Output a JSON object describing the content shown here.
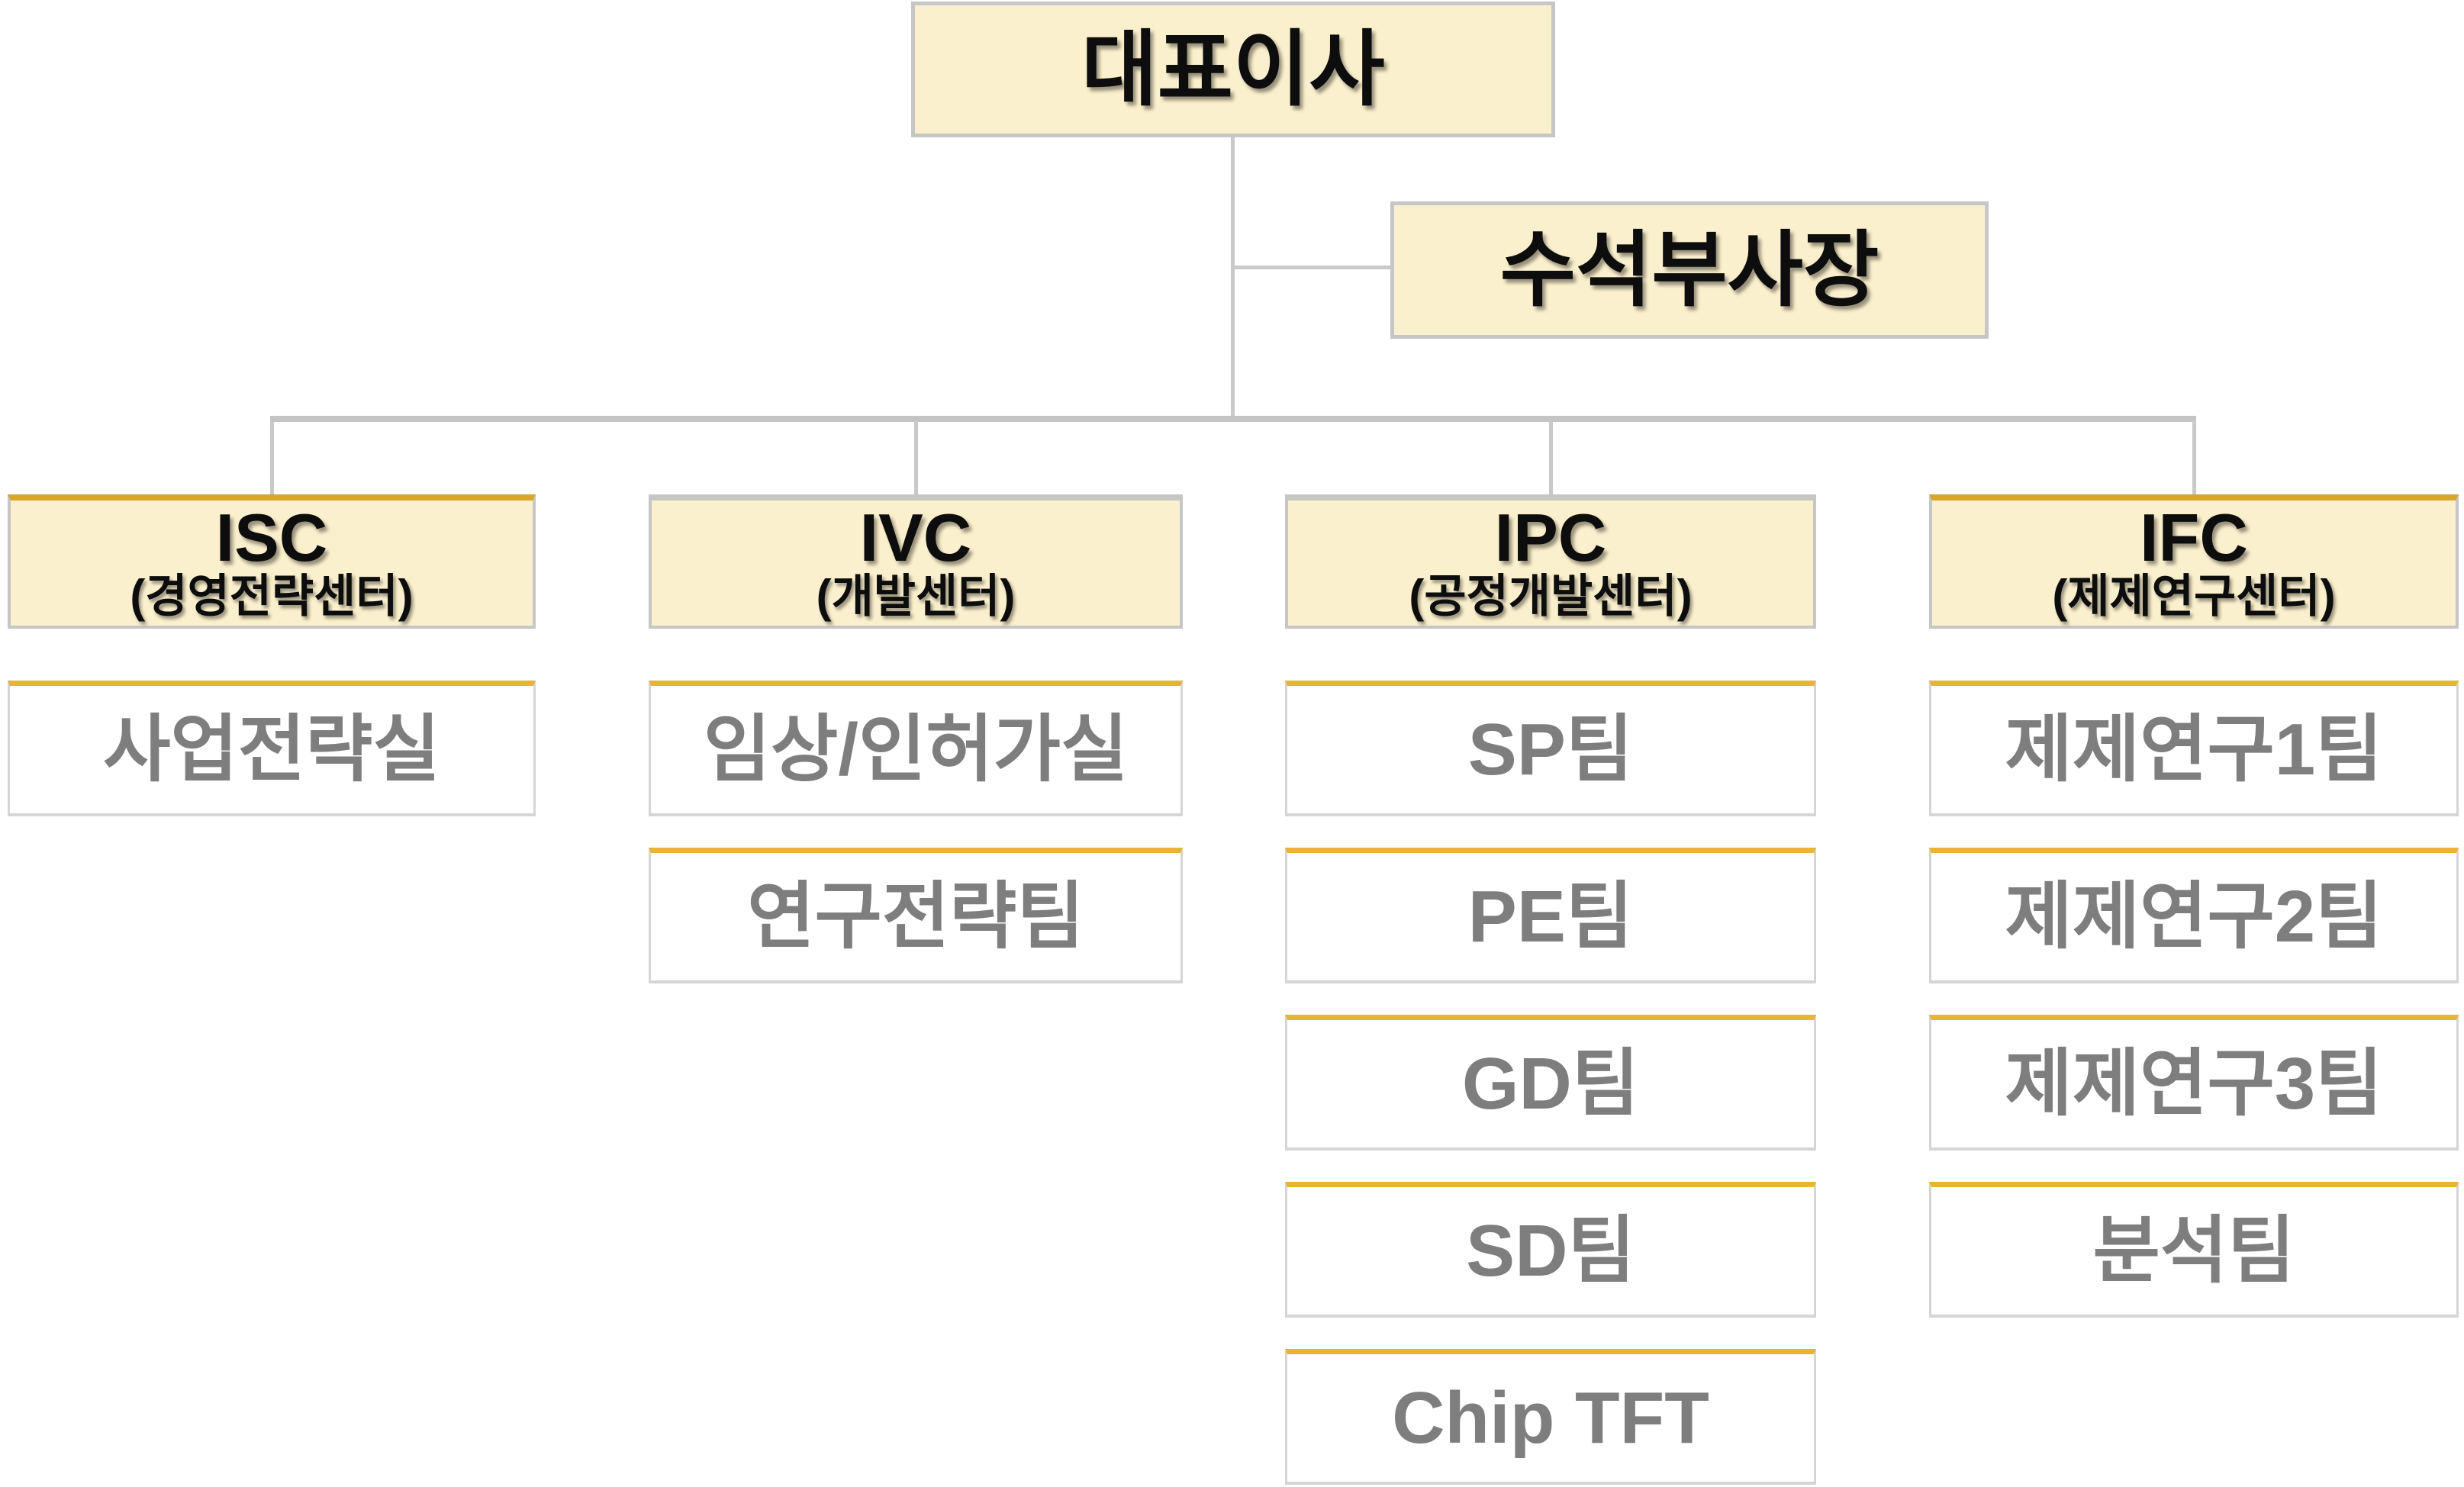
{
  "org_chart": {
    "root": {
      "label": "대표이사"
    },
    "deputy": {
      "label": "수석부사장"
    },
    "divisions": [
      {
        "code": "ISC",
        "name": "(경영전략센터)",
        "teams": [
          "사업전략실"
        ]
      },
      {
        "code": "IVC",
        "name": "(개발센터)",
        "teams": [
          "임상/인허가실",
          "연구전략팀"
        ]
      },
      {
        "code": "IPC",
        "name": "(공정개발센터)",
        "teams": [
          "SP팀",
          "PE팀",
          "GD팀",
          "SD팀",
          "Chip TFT"
        ]
      },
      {
        "code": "IFC",
        "name": "(제제연구센터)",
        "teams": [
          "제제연구1팀",
          "제제연구2팀",
          "제제연구3팀",
          "분석팀"
        ]
      }
    ],
    "colors": {
      "box_fill": "#FBF0CD",
      "box_border": "#C6C6C6",
      "accent_gold": "#D8A62B",
      "child_accent_gold": "#E8B434",
      "child_border": "#D5D5D5",
      "child_text": "#7E7E7E",
      "connector": "#C9C9C9",
      "connector_bar": "#C4C4C4"
    }
  }
}
